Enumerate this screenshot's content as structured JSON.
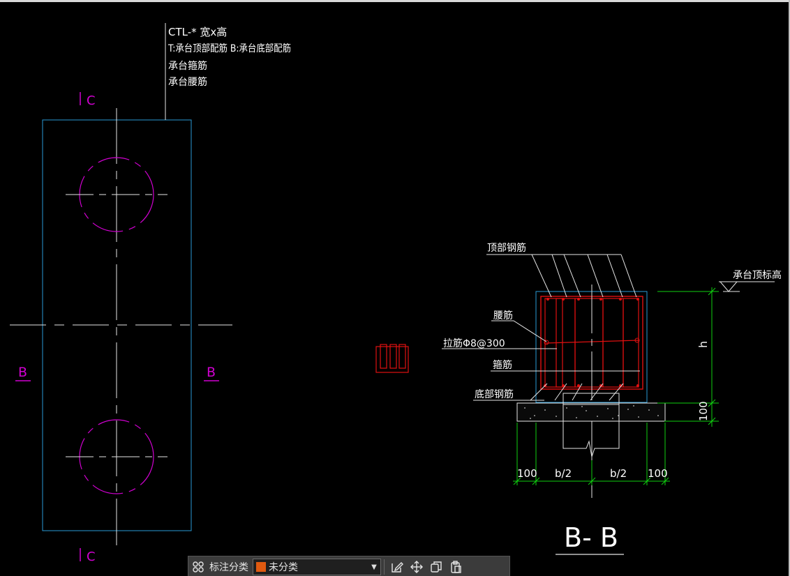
{
  "drawing": {
    "plan": {
      "callout_line1": "CTL-*  宽x高",
      "callout_line2": "T:承台顶部配筋   B:承台底部配筋",
      "callout_line3": "承台箍筋",
      "callout_line4": "承台腰筋",
      "section_c_top": "C",
      "section_c_bottom": "C",
      "section_b_left": "B",
      "section_b_right": "B"
    },
    "section": {
      "top_rebar_label": "顶部钢筋",
      "waist_rebar_label": "腰筋",
      "tie_bar_label": "拉筋Φ8@300",
      "stirrup_label": "箍筋",
      "bottom_rebar_label": "底部钢筋",
      "top_elevation_label": "承台顶标高",
      "height_label": "h",
      "cushion_label": "100",
      "dim_left": "100",
      "dim_half_left": "b/2",
      "dim_half_right": "b/2",
      "dim_right": "100",
      "title": "B- B"
    },
    "colors": {
      "outline": "#2a9ad6",
      "pile": "#d000d0",
      "section_mark": "#d000d0",
      "rebar": "#e01010",
      "dimension": "#10d010",
      "text": "#ffffff"
    }
  },
  "toolbar": {
    "label": "标注分类",
    "category_value": "未分类",
    "category_color": "#e05a10"
  }
}
